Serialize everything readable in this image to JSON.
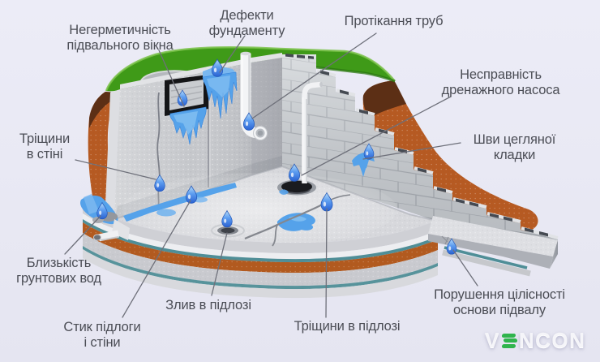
{
  "background_color": "#e8e8f3",
  "labels": [
    {
      "id": "basement-window-leak",
      "text": "Негерметичність\nпідвального вікна"
    },
    {
      "id": "foundation-defects",
      "text": "Дефекти\nфундаменту"
    },
    {
      "id": "pipe-leak",
      "text": "Протікання труб"
    },
    {
      "id": "drainage-pump-failure",
      "text": "Несправність\nдренажного насоса"
    },
    {
      "id": "brick-masonry-joints",
      "text": "Шви цегляної\nкладки"
    },
    {
      "id": "wall-cracks",
      "text": "Тріщини\nв стіні"
    },
    {
      "id": "groundwater-proximity",
      "text": "Близькість\nгрунтових вод"
    },
    {
      "id": "floor-wall-joint",
      "text": "Стик підлоги\nі стіни"
    },
    {
      "id": "floor-drain",
      "text": "Злив в підлозі"
    },
    {
      "id": "floor-cracks",
      "text": "Тріщини в підлозі"
    },
    {
      "id": "foundation-base-damage",
      "text": "Порушення цілісності\nоснови підвалу"
    }
  ],
  "logo": {
    "prefix": "V",
    "suffix": "NCON",
    "accent_color": "#2fb44c",
    "text_color": "#f5f5f9"
  },
  "palette": {
    "grass": "#3f9a18",
    "soil": "#b65a22",
    "soil_dark": "#5c2f15",
    "concrete": "#c6c8cc",
    "water": "#55a2ea",
    "leader_line": "#6e707a",
    "label_text": "#4b4d55"
  }
}
